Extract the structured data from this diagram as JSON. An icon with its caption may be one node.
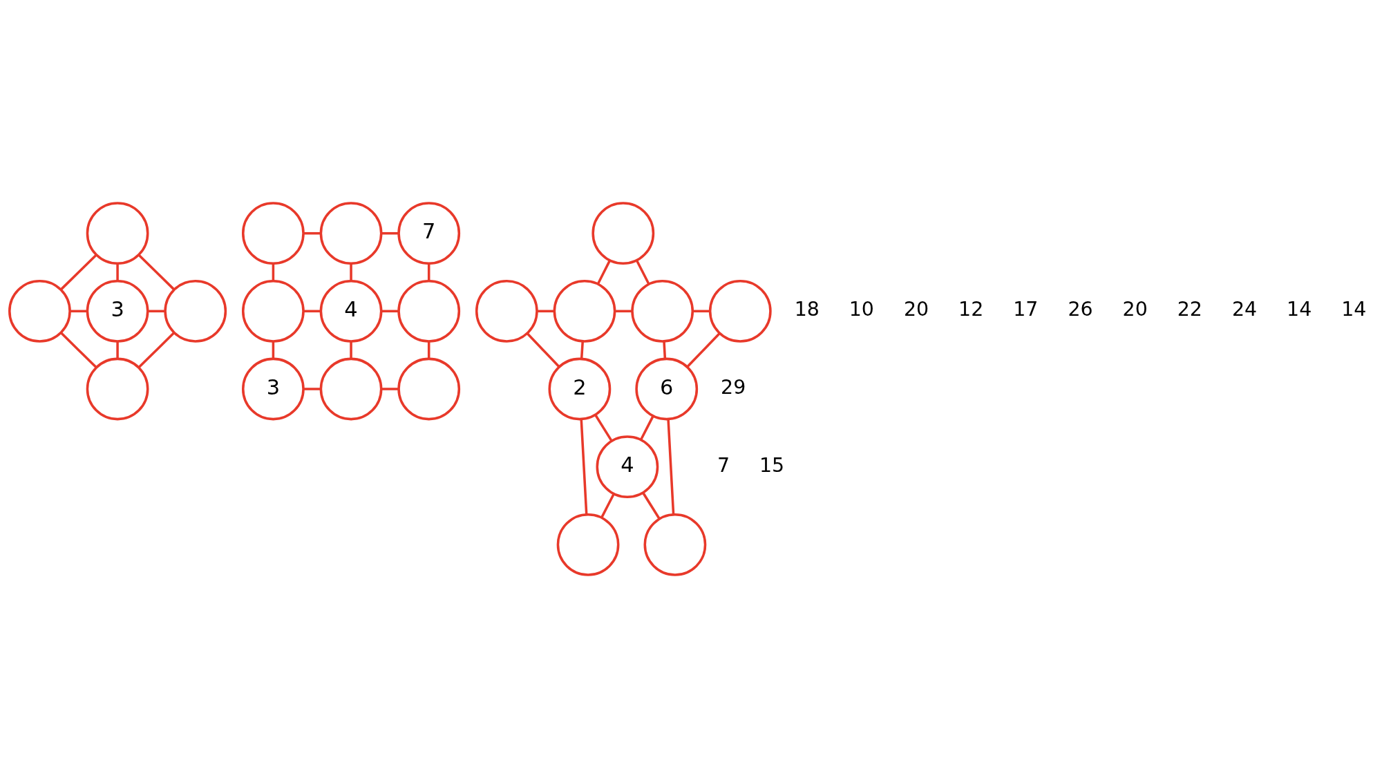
{
  "diagram": {
    "nodes": [
      {
        "text": [],
        "shape": "circle"
      },
      {
        "text": [],
        "shape": "circle"
      },
      {
        "text": [
          "3"
        ]
      },
      {
        "text": [],
        "shape": "circle"
      },
      {
        "text": [],
        "shape": "circle"
      },
      {
        "text": [],
        "shape": "circle"
      },
      {
        "text": [],
        "shape": "circle"
      },
      {
        "text": [
          "7"
        ]
      },
      {
        "text": [],
        "shape": "circle"
      },
      {
        "text": [
          "4"
        ]
      },
      {
        "text": [],
        "shape": "circle"
      },
      {
        "text": [
          "3"
        ]
      },
      {
        "text": [],
        "shape": "circle"
      },
      {
        "text": [],
        "shape": "circle"
      },
      {
        "text": [],
        "shape": "circle"
      },
      {
        "text": [],
        "shape": "circle"
      },
      {
        "text": [],
        "shape": "circle"
      },
      {
        "text": [],
        "shape": "circle"
      },
      {
        "text": [],
        "shape": "circle"
      },
      {
        "text": [
          "2"
        ]
      },
      {
        "text": [
          "6"
        ]
      },
      {
        "text": [
          "4"
        ]
      },
      {
        "text": [],
        "shape": "circle"
      },
      {
        "text": [],
        "shape": "circle"
      }
    ],
    "edges": [
      {
        "from": 0,
        "to": 1,
        "arrow": "none"
      },
      {
        "from": 0,
        "to": 3,
        "arrow": "none"
      },
      {
        "from": 0,
        "to": 2,
        "arrow": "none"
      },
      {
        "from": 1,
        "to": 2,
        "arrow": "none"
      },
      {
        "from": 2,
        "to": 3,
        "arrow": "none"
      },
      {
        "from": 1,
        "to": 4,
        "arrow": "none"
      },
      {
        "from": 3,
        "to": 4,
        "arrow": "none"
      },
      {
        "from": 2,
        "to": 4,
        "arrow": "none"
      },
      {
        "from": 5,
        "to": 6,
        "arrow": "none"
      },
      {
        "from": 6,
        "to": 7,
        "arrow": "none"
      },
      {
        "from": 5,
        "to": 8,
        "arrow": "none"
      },
      {
        "from": 6,
        "to": 9,
        "arrow": "none"
      },
      {
        "from": 7,
        "to": 10,
        "arrow": "none"
      },
      {
        "from": 8,
        "to": 9,
        "arrow": "none"
      },
      {
        "from": 9,
        "to": 10,
        "arrow": "none"
      },
      {
        "from": 8,
        "to": 11,
        "arrow": "none"
      },
      {
        "from": 9,
        "to": 12,
        "arrow": "none"
      },
      {
        "from": 10,
        "to": 13,
        "arrow": "none"
      },
      {
        "from": 11,
        "to": 12,
        "arrow": "none"
      },
      {
        "from": 12,
        "to": 13,
        "arrow": "none"
      },
      {
        "from": 14,
        "to": 16,
        "arrow": "none"
      },
      {
        "from": 14,
        "to": 17,
        "arrow": "none"
      },
      {
        "from": 15,
        "to": 16,
        "arrow": "none"
      },
      {
        "from": 16,
        "to": 17,
        "arrow": "none"
      },
      {
        "from": 17,
        "to": 18,
        "arrow": "none"
      },
      {
        "from": 15,
        "to": 19,
        "arrow": "none"
      },
      {
        "from": 16,
        "to": 19,
        "arrow": "none"
      },
      {
        "from": 17,
        "to": 20,
        "arrow": "none"
      },
      {
        "from": 18,
        "to": 20,
        "arrow": "none"
      },
      {
        "from": 19,
        "to": 21,
        "arrow": "none"
      },
      {
        "from": 20,
        "to": 21,
        "arrow": "none"
      },
      {
        "from": 19,
        "to": 22,
        "arrow": "none"
      },
      {
        "from": 21,
        "to": 22,
        "arrow": "none"
      },
      {
        "from": 21,
        "to": 23,
        "arrow": "none"
      },
      {
        "from": 20,
        "to": 23,
        "arrow": "none"
      }
    ],
    "labels": [
      "18",
      "10",
      "20",
      "12",
      "17",
      "26",
      "20",
      "22",
      "24",
      "14",
      "14",
      "29",
      "7",
      "15"
    ]
  }
}
